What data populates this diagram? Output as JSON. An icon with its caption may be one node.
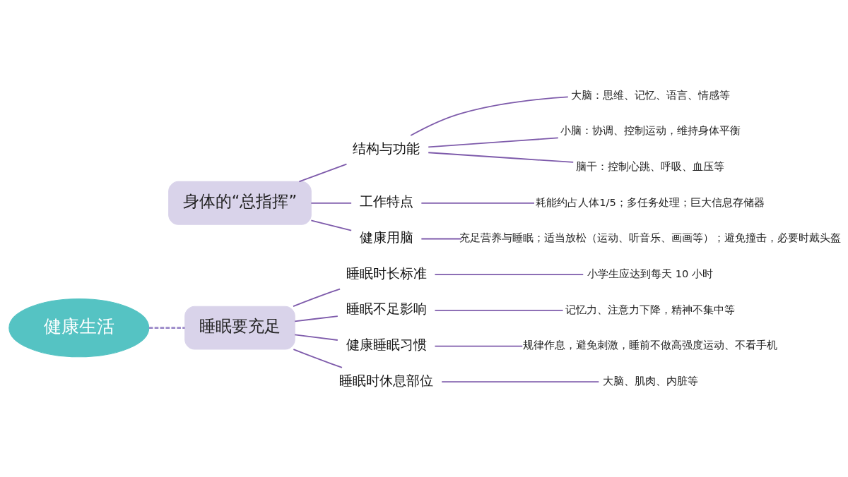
{
  "diagram": {
    "nodes": [
      {
        "text": [
          "健康生活"
        ]
      },
      {
        "text": [
          "身体的“总指挥”"
        ]
      },
      {
        "text": [
          "结构与功能"
        ]
      },
      {
        "text": [
          "大脑：思维、记忆、语言、情感等"
        ]
      },
      {
        "text": [
          "小脑：协调、控制运动，维持身体平衡"
        ]
      },
      {
        "text": [
          "脑干：控制心跳、呼吸、血压等"
        ]
      },
      {
        "text": [
          "工作特点"
        ]
      },
      {
        "text": [
          "耗能约占人体1/5；多任务处理；巨大信息存储器"
        ]
      },
      {
        "text": [
          "健康用脑"
        ]
      },
      {
        "text": [
          "充足营养与睡眠；适当放松（运动、听音乐、画画等）；避免撞击，必要时戴头盔"
        ]
      },
      {
        "text": [
          "睡眠要充足"
        ]
      },
      {
        "text": [
          "睡眠时长标准"
        ]
      },
      {
        "text": [
          "小学生应达到每天 10 小时"
        ]
      },
      {
        "text": [
          "睡眠不足影响"
        ]
      },
      {
        "text": [
          "记忆力、注意力下降，精神不集中等"
        ]
      },
      {
        "text": [
          "健康睡眠习惯"
        ]
      },
      {
        "text": [
          "规律作息，避免刺激，睡前不做高强度运动、不看手机"
        ]
      },
      {
        "text": [
          "睡眠时休息部位"
        ]
      },
      {
        "text": [
          "大脑、肌肉、内脏等"
        ]
      }
    ],
    "edges": [
      {
        "from": 0,
        "to": 10,
        "arrow": "none",
        "style": "dashed"
      },
      {
        "from": 1,
        "to": 2,
        "arrow": "none"
      },
      {
        "from": 2,
        "to": 3,
        "arrow": "none"
      },
      {
        "from": 2,
        "to": 4,
        "arrow": "none"
      },
      {
        "from": 2,
        "to": 5,
        "arrow": "none"
      },
      {
        "from": 1,
        "to": 6,
        "arrow": "none"
      },
      {
        "from": 6,
        "to": 7,
        "arrow": "none"
      },
      {
        "from": 1,
        "to": 8,
        "arrow": "none"
      },
      {
        "from": 8,
        "to": 9,
        "arrow": "none"
      },
      {
        "from": 10,
        "to": 11,
        "arrow": "none"
      },
      {
        "from": 11,
        "to": 12,
        "arrow": "none"
      },
      {
        "from": 10,
        "to": 13,
        "arrow": "none"
      },
      {
        "from": 13,
        "to": 14,
        "arrow": "none"
      },
      {
        "from": 10,
        "to": 15,
        "arrow": "none"
      },
      {
        "from": 15,
        "to": 16,
        "arrow": "none"
      },
      {
        "from": 10,
        "to": 17,
        "arrow": "none"
      },
      {
        "from": 17,
        "to": 18,
        "arrow": "none"
      }
    ]
  }
}
